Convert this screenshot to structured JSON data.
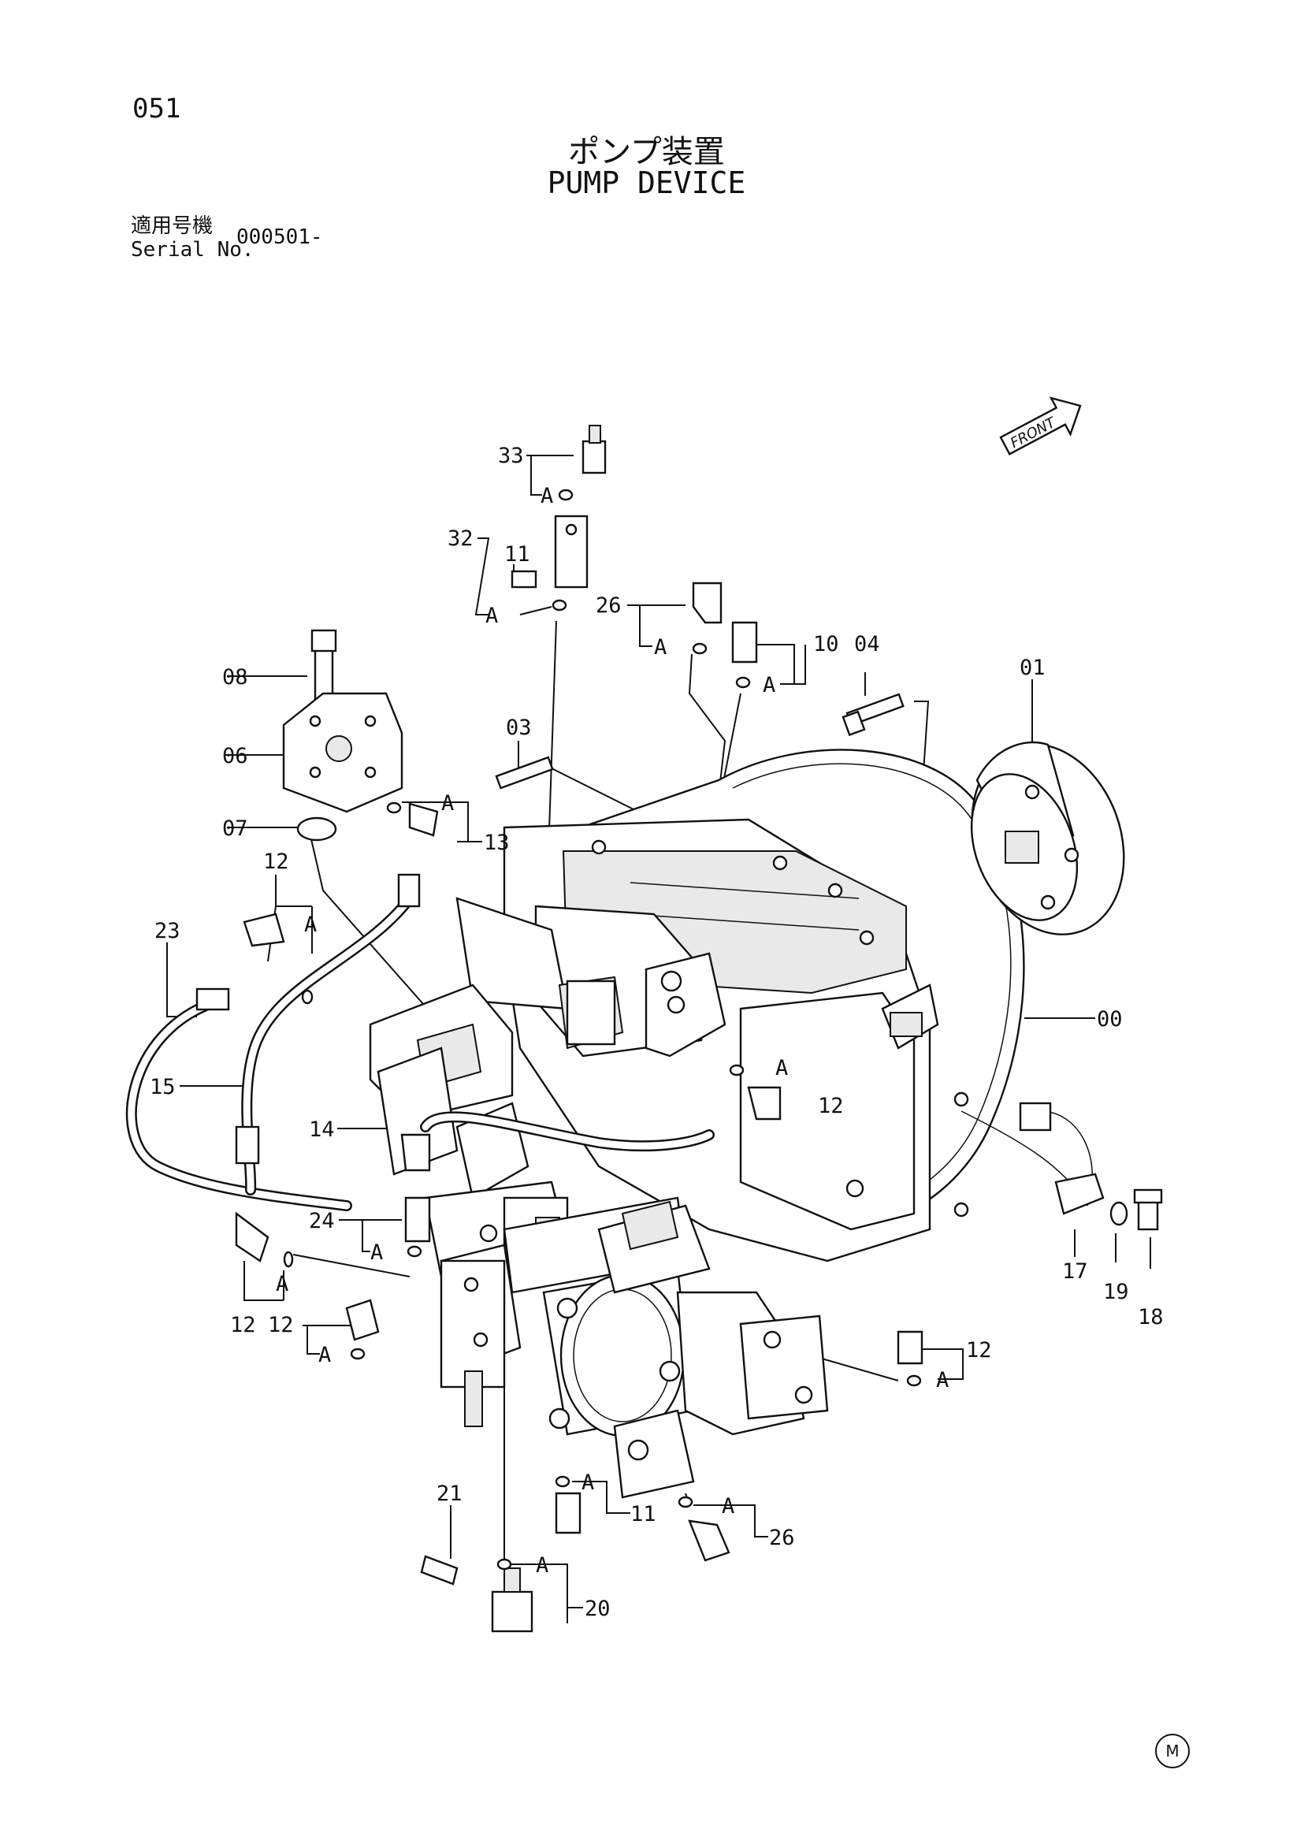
{
  "page_number": "051",
  "title_jp": "ポンプ装置",
  "title_en": "PUMP DEVICE",
  "serial": {
    "label_jp": "適用号機",
    "label_en": "Serial No.",
    "value": "000501-"
  },
  "front_label": "FRONT",
  "manufacturer_mark": "M",
  "callouts": [
    "33",
    "A",
    "32",
    "11",
    "A",
    "26",
    "A",
    "10",
    "04",
    "A",
    "08",
    "01",
    "06",
    "03",
    "A",
    "07",
    "13",
    "12",
    "23",
    "A",
    "00",
    "15",
    "A",
    "12",
    "14",
    "24",
    "A",
    "17",
    "19",
    "18",
    "A",
    "12",
    "12",
    "A",
    "12",
    "A",
    "21",
    "A",
    "11",
    "A",
    "26",
    "A",
    "20"
  ]
}
